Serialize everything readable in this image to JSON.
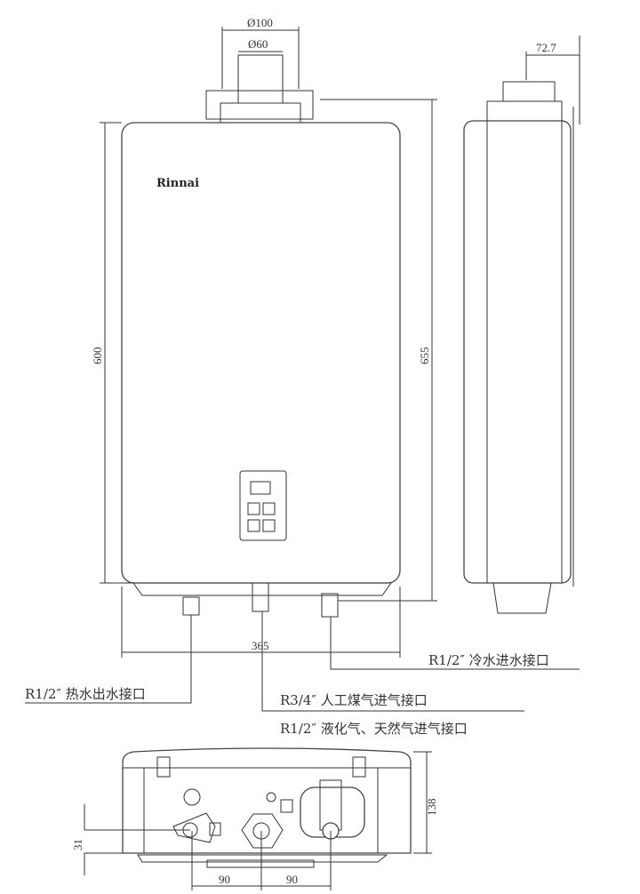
{
  "brand": "Rinnai",
  "dimensions": {
    "flue_outer": "Ø100",
    "flue_inner": "Ø60",
    "side_offset": "72.7",
    "body_height": "600",
    "total_height": "655",
    "width": "365",
    "bottom_depth": "138",
    "pipe_offset": "31",
    "spacing_left": "90",
    "spacing_right": "90"
  },
  "connections": {
    "cold_in": "R1/2″ 冷水进水接口",
    "hot_out": "R1/2″ 热水出水接口",
    "town_gas": "R3/4″ 人工煤气进气接口",
    "lpg_ng": "R1/2″ 液化气、天然气进气接口"
  }
}
